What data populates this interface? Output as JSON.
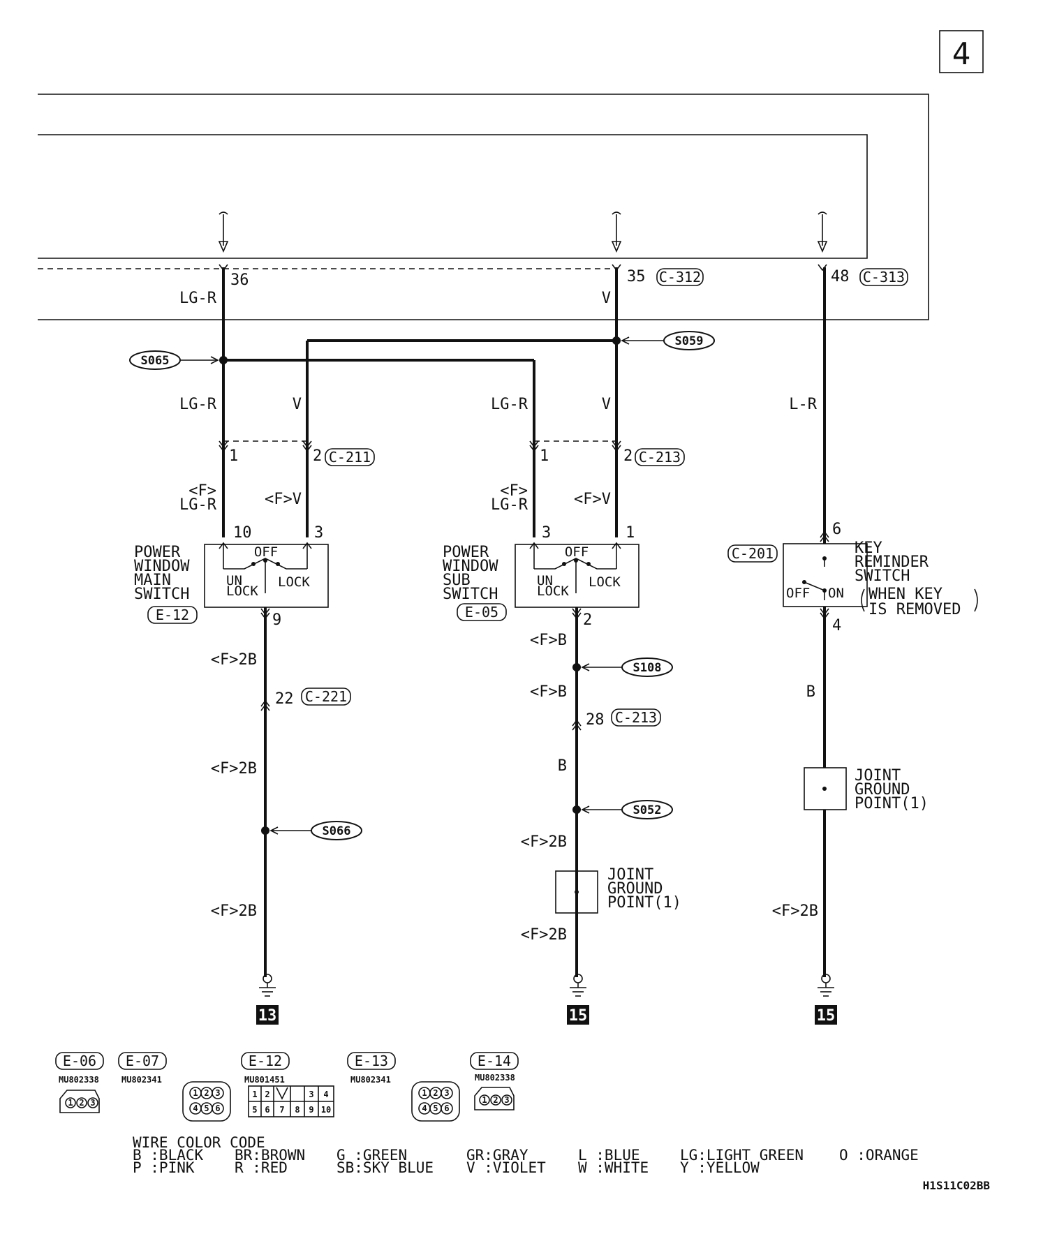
{
  "page_number": "4",
  "diagram_code": "H1S11C02BB",
  "connectors": {
    "c312": "C-312",
    "c313": "C-313",
    "c211": "C-211",
    "c213_top": "C-213",
    "c221": "C-221",
    "c213_bottom": "C-213",
    "c201": "C-201",
    "e12": "E-12",
    "e05": "E-05"
  },
  "pins": {
    "p36": "36",
    "p35": "35",
    "p48": "48",
    "c211_1": "1",
    "c211_2": "2",
    "c213_1": "1",
    "c213_2": "2",
    "main_10": "10",
    "main_3": "3",
    "main_9": "9",
    "sub_3": "3",
    "sub_1": "1",
    "sub_2": "2",
    "key_6": "6",
    "key_4": "4",
    "c221_22": "22",
    "c213_28": "28"
  },
  "wires": {
    "lgr_top": "LG-R",
    "v_top": "V",
    "lgr_a": "LG-R",
    "v_a": "V",
    "lgr_b": "LG-R",
    "v_b": "V",
    "lr": "L-R",
    "f_lgr_a_top": "<F>",
    "f_lgr_a_bot": "LG-R",
    "f_v_a": "<F>V",
    "f_lgr_b_top": "<F>",
    "f_lgr_b_bot": "LG-R",
    "f_v_b": "<F>V",
    "main_2b_1": "<F>2B",
    "main_2b_2": "<F>2B",
    "main_2b_3": "<F>2B",
    "sub_fb_1": "<F>B",
    "sub_fb_2": "<F>B",
    "sub_b": "B",
    "sub_2b_1": "<F>2B",
    "sub_2b_2": "<F>2B",
    "key_b": "B",
    "key_2b": "<F>2B"
  },
  "splices": {
    "s065": "S065",
    "s059": "S059",
    "s108": "S108",
    "s052": "S052",
    "s066": "S066"
  },
  "components": {
    "main_switch": [
      "POWER",
      "WINDOW",
      "MAIN",
      "SWITCH"
    ],
    "sub_switch": [
      "POWER",
      "WINDOW",
      "SUB",
      "SWITCH"
    ],
    "key_switch": [
      "KEY",
      "REMINDER",
      "SWITCH"
    ],
    "key_note": [
      "WHEN KEY",
      "IS REMOVED"
    ],
    "joint_ground_1": [
      "JOINT",
      "GROUND",
      "POINT(1)"
    ],
    "joint_ground_2": [
      "JOINT",
      "GROUND",
      "POINT(1)"
    ],
    "switch_off": "OFF",
    "switch_unlock_1": "UN",
    "switch_unlock_2": "LOCK",
    "switch_lock": "LOCK",
    "key_off": "OFF",
    "key_on": "ON"
  },
  "grounds": {
    "g1": "13",
    "g2": "15",
    "g3": "15"
  },
  "connector_table": {
    "e06": "E-06",
    "e06_part": "MU802338",
    "e07": "E-07",
    "e07_part": "MU802341",
    "e12": "E-12",
    "e12_part": "MU801451",
    "e13": "E-13",
    "e13_part": "MU802341",
    "e14": "E-14",
    "e14_part": "MU802338",
    "pins3": [
      "1",
      "2",
      "3"
    ],
    "pins6": [
      "1",
      "2",
      "3",
      "4",
      "5",
      "6"
    ],
    "pins10": [
      "1",
      "2",
      "3",
      "4",
      "5",
      "6",
      "7",
      "8",
      "9",
      "10"
    ]
  },
  "wire_color_code": {
    "title": "WIRE COLOR CODE",
    "row1": [
      "B :BLACK",
      "BR:BROWN",
      "G :GREEN",
      "GR:GRAY",
      "L :BLUE",
      "LG:LIGHT GREEN",
      "O :ORANGE"
    ],
    "row2": [
      "P :PINK",
      "R :RED",
      "SB:SKY BLUE",
      "V :VIOLET",
      "W :WHITE",
      "Y :YELLOW"
    ]
  }
}
